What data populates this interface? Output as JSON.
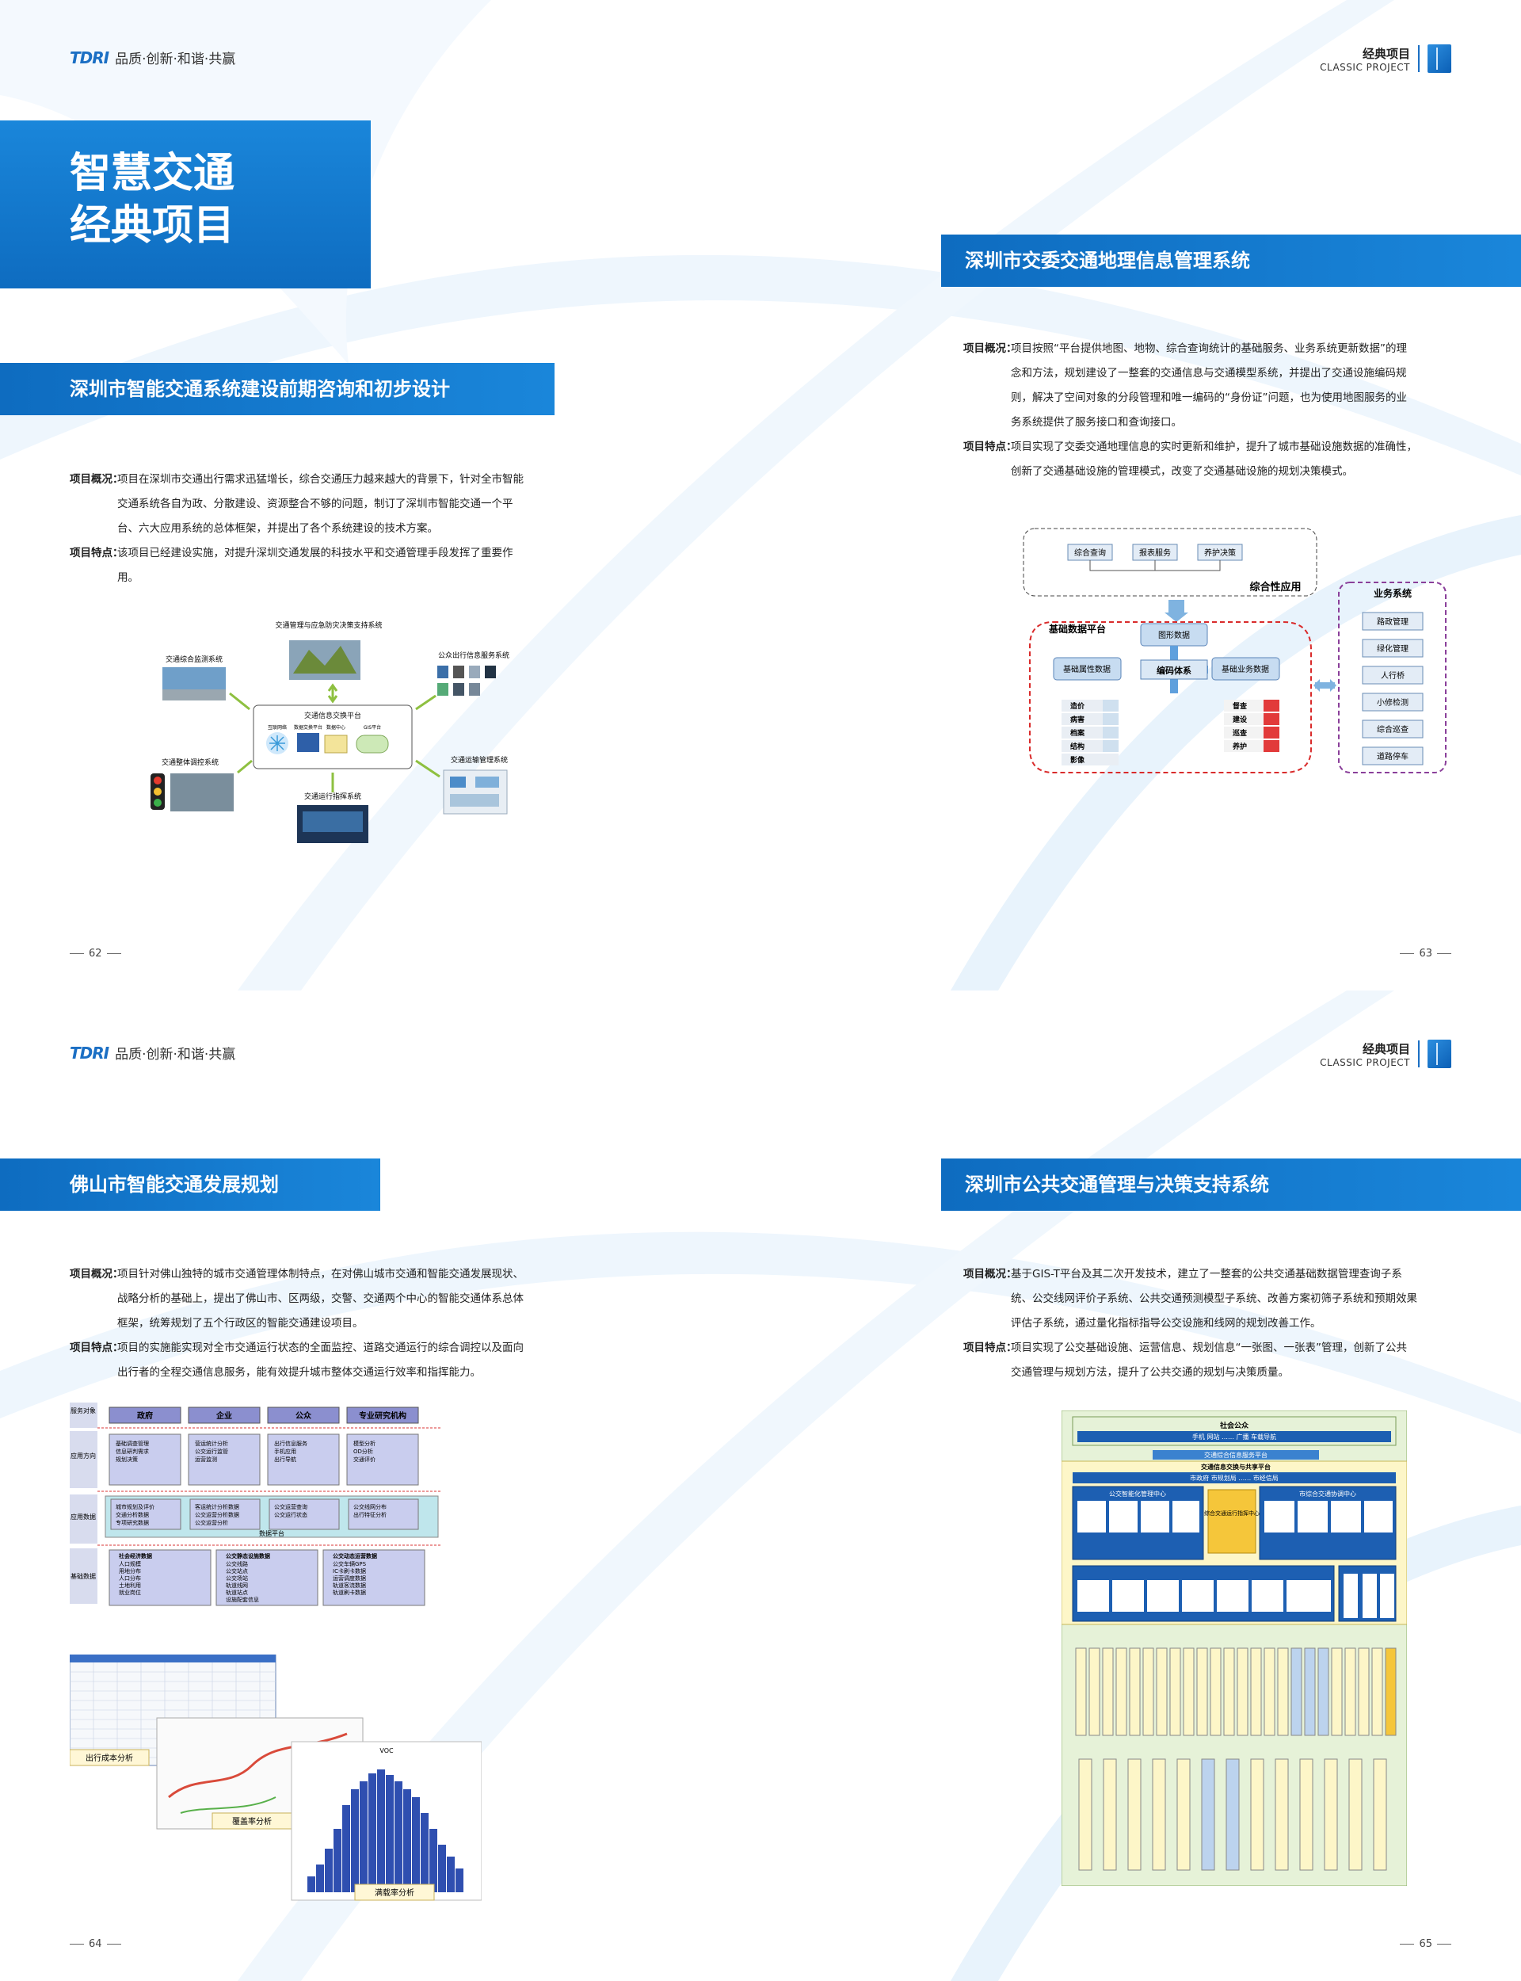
{
  "brand": {
    "logo": "TDRI",
    "slogan": "品质·创新·和谐·共赢"
  },
  "classic": {
    "cn": "经典项目",
    "en": "CLASSIC PROJECT"
  },
  "hero": {
    "line1": "智慧交通",
    "line2": "经典项目"
  },
  "labels": {
    "overview": "项目概况：",
    "feature": "项目特点："
  },
  "p62": {
    "number": "62",
    "title": "深圳市智能交通系统建设前期咨询和初步设计",
    "overview_lines": [
      "项目在深圳市交通出行需求迅猛增长，综合交通压力越来越大的背景下，针对全市智能",
      "交通系统各自为政、分散建设、资源整合不够的问题，制订了深圳市智能交通一个平",
      "台、六大应用系统的总体框架，并提出了各个系统建设的技术方案。"
    ],
    "feature_lines": [
      "该项目已经建设实施，对提升深圳交通发展的科技水平和交通管理手段发挥了重要作",
      "用。"
    ],
    "diagram": {
      "center_title": "交通信息交换平台",
      "center_items": [
        "互联网络",
        "数据交换平台",
        "数据中心",
        "GIS平台"
      ],
      "top": "交通管理与应急防灾决策支持系统",
      "left_top": "交通综合监测系统",
      "right_top": "公众出行信息服务系统",
      "left_bottom": "交通整体调控系统",
      "right_bottom": "交通运输管理系统",
      "bottom": "交通运行指挥系统"
    }
  },
  "p63": {
    "number": "63",
    "title": "深圳市交委交通地理信息管理系统",
    "overview_lines": [
      "项目按照“平台提供地图、地物、综合查询统计的基础服务、业务系统更新数据”的理",
      "念和方法，规划建设了一整套的交通信息与交通模型系统，并提出了交通设施编码规",
      "则，解决了空间对象的分段管理和唯一编码的“身份证”问题，也为使用地图服务的业",
      "务系统提供了服务接口和查询接口。"
    ],
    "feature_lines": [
      "项目实现了交委交通地理信息的实时更新和维护，提升了城市基础设施数据的准确性，",
      "创新了交通基础设施的管理模式，改变了交通基础设施的规划决策模式。"
    ],
    "diagram": {
      "apps": [
        "综合查询",
        "报表服务",
        "养护决策"
      ],
      "apps_title": "综合性应用",
      "platform_title": "基础数据平台",
      "graphic": "图形数据",
      "coding": "编码体系",
      "attr": "基础属性数据",
      "biz": "基础业务数据",
      "attr_items": [
        "造价",
        "病害",
        "档案",
        "结构",
        "影像"
      ],
      "biz_items": [
        "督查",
        "建设",
        "巡查",
        "养护"
      ],
      "system_title": "业务系统",
      "system_items": [
        "路政管理",
        "绿化管理",
        "人行桥",
        "小修检测",
        "综合巡查",
        "道路停车"
      ]
    }
  },
  "p64": {
    "number": "64",
    "title": "佛山市智能交通发展规划",
    "overview_lines": [
      "项目针对佛山独特的城市交通管理体制特点，在对佛山城市交通和智能交通发展现状、",
      "战略分析的基础上，提出了佛山市、区两级，交警、交通两个中心的智能交通体系总体",
      "框架，统筹规划了五个行政区的智能交通建设项目。"
    ],
    "feature_lines": [
      "项目的实施能实现对全市交通运行状态的全面监控、道路交通运行的综合调控以及面向",
      "出行者的全程交通信息服务，能有效提升城市整体交通运行效率和指挥能力。"
    ],
    "layers": {
      "service": "服务对象",
      "apply": "应用方向",
      "appdata": "应用数据",
      "base": "基础数据",
      "targets": [
        "政府",
        "企业",
        "公众",
        "专业研究机构"
      ],
      "apply_cols": [
        [
          "基础调查管理",
          "信息研判需求",
          "规划决策"
        ],
        [
          "营运统计分析",
          "公交运行监管",
          "运营监测"
        ],
        [
          "出行信息服务",
          "手机应用",
          "出行导航"
        ],
        [
          "模型分析",
          "OD分析",
          "交通评价"
        ]
      ],
      "appdata_cols": [
        [
          "城市规划及评价",
          "交通分析数据",
          "专项研究数据"
        ],
        [
          "客运统计分析数据",
          "公交运营分析数据",
          "公交运营分析"
        ],
        [
          "公交运营查询",
          "公交运行状态"
        ],
        [
          "公交线网分布",
          "出行特征分析"
        ]
      ],
      "platform": "数据平台",
      "base_cols": [
        {
          "title": "社会经济数据",
          "items": [
            "人口规模",
            "用地分布",
            "人口分布",
            "土地利用",
            "就业岗位"
          ]
        },
        {
          "title": "公交静态设施数据",
          "items": [
            "公交线路",
            "公交站点",
            "公交场站",
            "轨道线网",
            "轨道站点",
            "设施配套信息"
          ]
        },
        {
          "title": "公交动态运营数据",
          "items": [
            "公交车辆GPS",
            "IC卡刷卡数据",
            "运营调度数据",
            "轨道客流数据",
            "轨道刷卡数据"
          ]
        }
      ],
      "cap1": "出行成本分析",
      "cap2": "覆盖率分析",
      "cap3": "满载率分析",
      "voc": "VOC"
    }
  },
  "p65": {
    "number": "65",
    "title": "深圳市公共交通管理与决策支持系统",
    "overview_lines": [
      "基于GIS-T平台及其二次开发技术，建立了一整套的公共交通基础数据管理查询子系",
      "统、公交线网评价子系统、公共交通预测模型子系统、改善方案初筛子系统和预期效果",
      "评估子系统，通过量化指标指导公交设施和线网的规划改善工作。"
    ],
    "feature_lines": [
      "项目实现了公交基础设施、运营信息、规划信息“一张图、一张表”管理，创新了公共",
      "交通管理与规划方法，提升了公共交通的规划与决策质量。"
    ],
    "diagram": {
      "public": "社会公众",
      "channels": "手机    网站    ……  广播    车载导航",
      "platform1": "交通综合信息服务平台",
      "platform2": "交通信息交换与共享平台",
      "depts": "市政府    市规划局   ……   市经信局",
      "left_center": "公交智能化管理中心",
      "right_center": "市综合交通协调中心",
      "core": "综合交通运行指挥中心"
    }
  }
}
